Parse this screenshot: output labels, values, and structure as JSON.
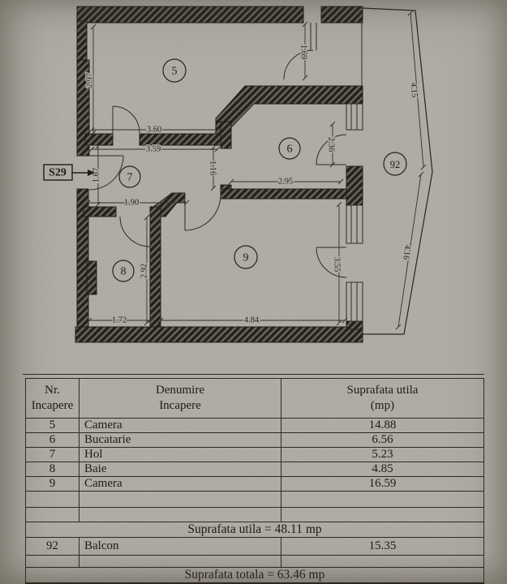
{
  "plan": {
    "entry_label": "S29",
    "rooms": {
      "r5": "5",
      "r6": "6",
      "r7": "7",
      "r8": "8",
      "r9": "9",
      "balcony": "92"
    },
    "dims": {
      "room5_height": "2.97",
      "room5_width": "3.60",
      "hall_top_width": "3.59",
      "entry_height": "1.67",
      "hall_width": "1.90",
      "hall_passage": "1.16",
      "top_door": "1.69",
      "kitchen_door": "2.36",
      "kitchen_width": "2.95",
      "bath_height": "2.92",
      "room9_door_span": "3.55",
      "bath_width": "1.72",
      "room9_width": "4.84",
      "balcony_upper": "4.15",
      "balcony_lower": "4.16"
    }
  },
  "table": {
    "header": {
      "c1a": "Nr.",
      "c1b": "Incapere",
      "c2a": "Denumire",
      "c2b": "Incapere",
      "c3a": "Suprafata utila",
      "c3b": "(mp)"
    },
    "rows": [
      {
        "nr": "5",
        "name": "Camera",
        "area": "14.88"
      },
      {
        "nr": "6",
        "name": "Bucatarie",
        "area": "6.56"
      },
      {
        "nr": "7",
        "name": "Hol",
        "area": "5.23"
      },
      {
        "nr": "8",
        "name": "Baie",
        "area": "4.85"
      },
      {
        "nr": "9",
        "name": "Camera",
        "area": "16.59"
      }
    ],
    "subtotal_label": "Suprafata utila = 48.11 mp",
    "balcony": {
      "nr": "92",
      "name": "Balcon",
      "area": "15.35"
    },
    "total_label": "Suprafata totala = 63.46 mp"
  },
  "colors": {
    "paper": "#c9c6c0",
    "ink": "#2b2823",
    "wall_hatch": "#7c766c"
  }
}
